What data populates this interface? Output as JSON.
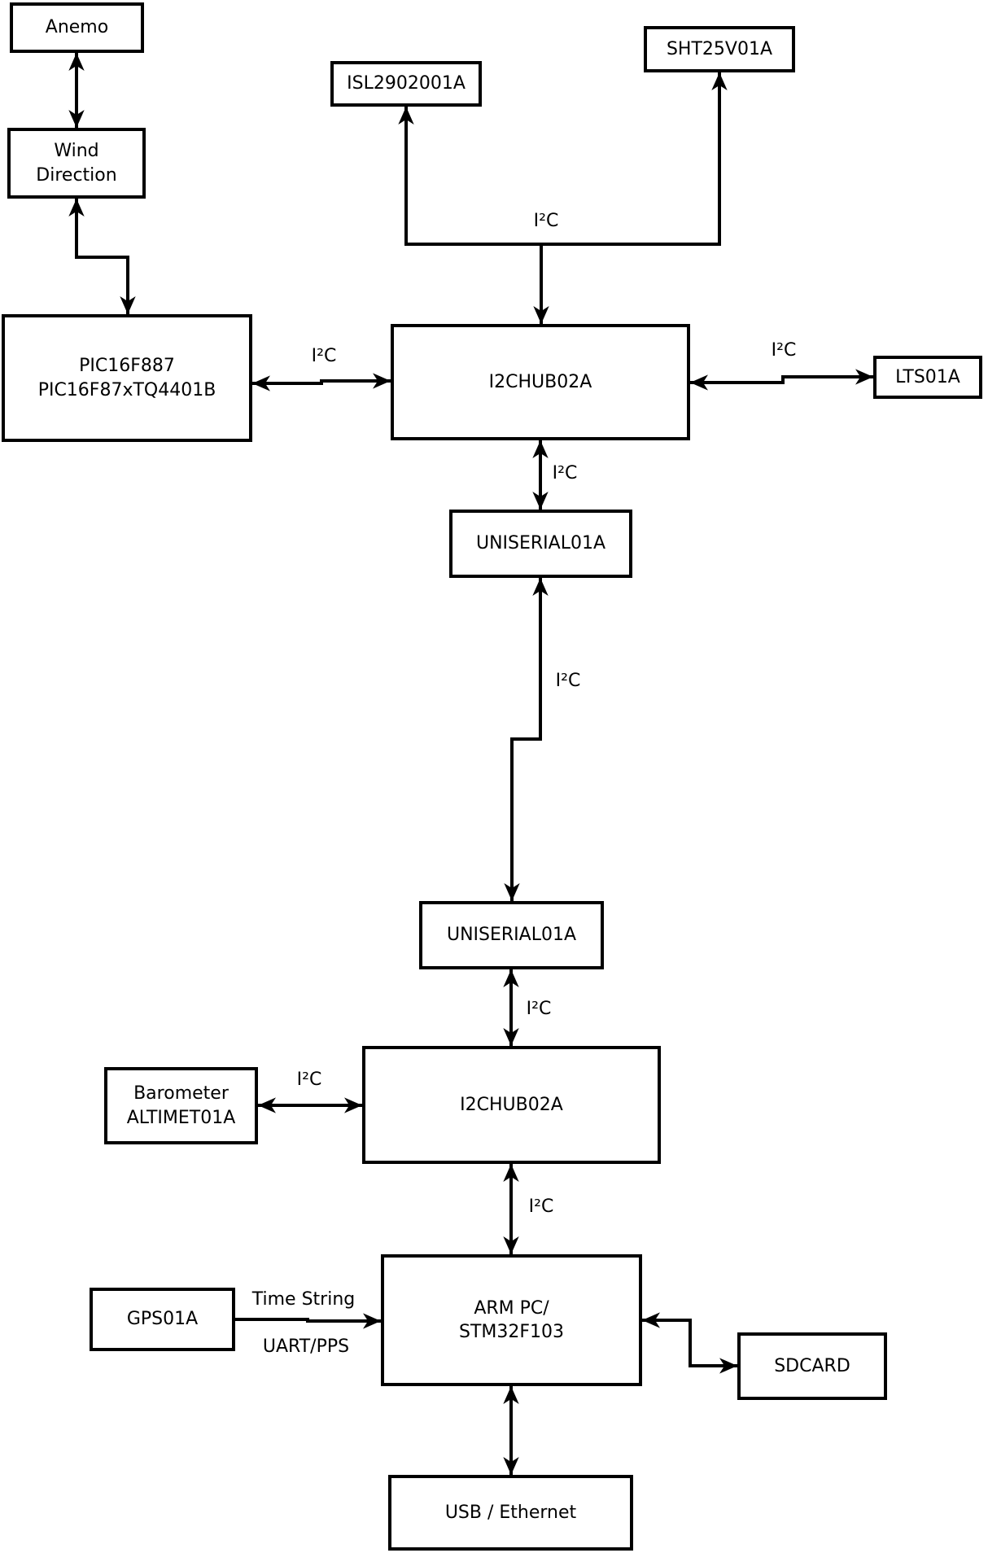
{
  "colors": {
    "background": "#ffffff",
    "line": "#000000",
    "box_fill": "#ffffff",
    "text": "#000000"
  },
  "nodes": [
    {
      "id": "anemo",
      "label": "Anemo"
    },
    {
      "id": "wind",
      "label": "Wind\nDirection"
    },
    {
      "id": "pic",
      "label": "PIC16F887\nPIC16F87xTQ4401B"
    },
    {
      "id": "isl",
      "label": "ISL2902001A"
    },
    {
      "id": "sht",
      "label": "SHT25V01A"
    },
    {
      "id": "i2chub-1",
      "label": "I2CHUB02A"
    },
    {
      "id": "lts",
      "label": "LTS01A"
    },
    {
      "id": "uniserial-1",
      "label": "UNISERIAL01A"
    },
    {
      "id": "uniserial-2",
      "label": "UNISERIAL01A"
    },
    {
      "id": "i2chub-2",
      "label": "I2CHUB02A"
    },
    {
      "id": "barometer",
      "label": "Barometer\nALTIMET01A"
    },
    {
      "id": "arm-pc",
      "label": "ARM PC/\nSTM32F103"
    },
    {
      "id": "gps",
      "label": "GPS01A"
    },
    {
      "id": "sdcard",
      "label": "SDCARD"
    },
    {
      "id": "usb-ethernet",
      "label": "USB / Ethernet"
    }
  ],
  "edge_labels": [
    {
      "id": "i2c-sensor-bus",
      "text": "I²C"
    },
    {
      "id": "i2c-pic-hub1",
      "text": "I²C"
    },
    {
      "id": "i2c-hub1-lts",
      "text": "I²C"
    },
    {
      "id": "i2c-hub1-uniserial1",
      "text": "I²C"
    },
    {
      "id": "i2c-uniserial1-uniserial2",
      "text": "I²C"
    },
    {
      "id": "i2c-uniserial2-hub2",
      "text": "I²C"
    },
    {
      "id": "i2c-barometer-hub2",
      "text": "I²C"
    },
    {
      "id": "i2c-hub2-arm",
      "text": "I²C"
    },
    {
      "id": "gps-time-string",
      "text": "Time String"
    },
    {
      "id": "gps-uart-pps",
      "text": "UART/PPS"
    }
  ]
}
